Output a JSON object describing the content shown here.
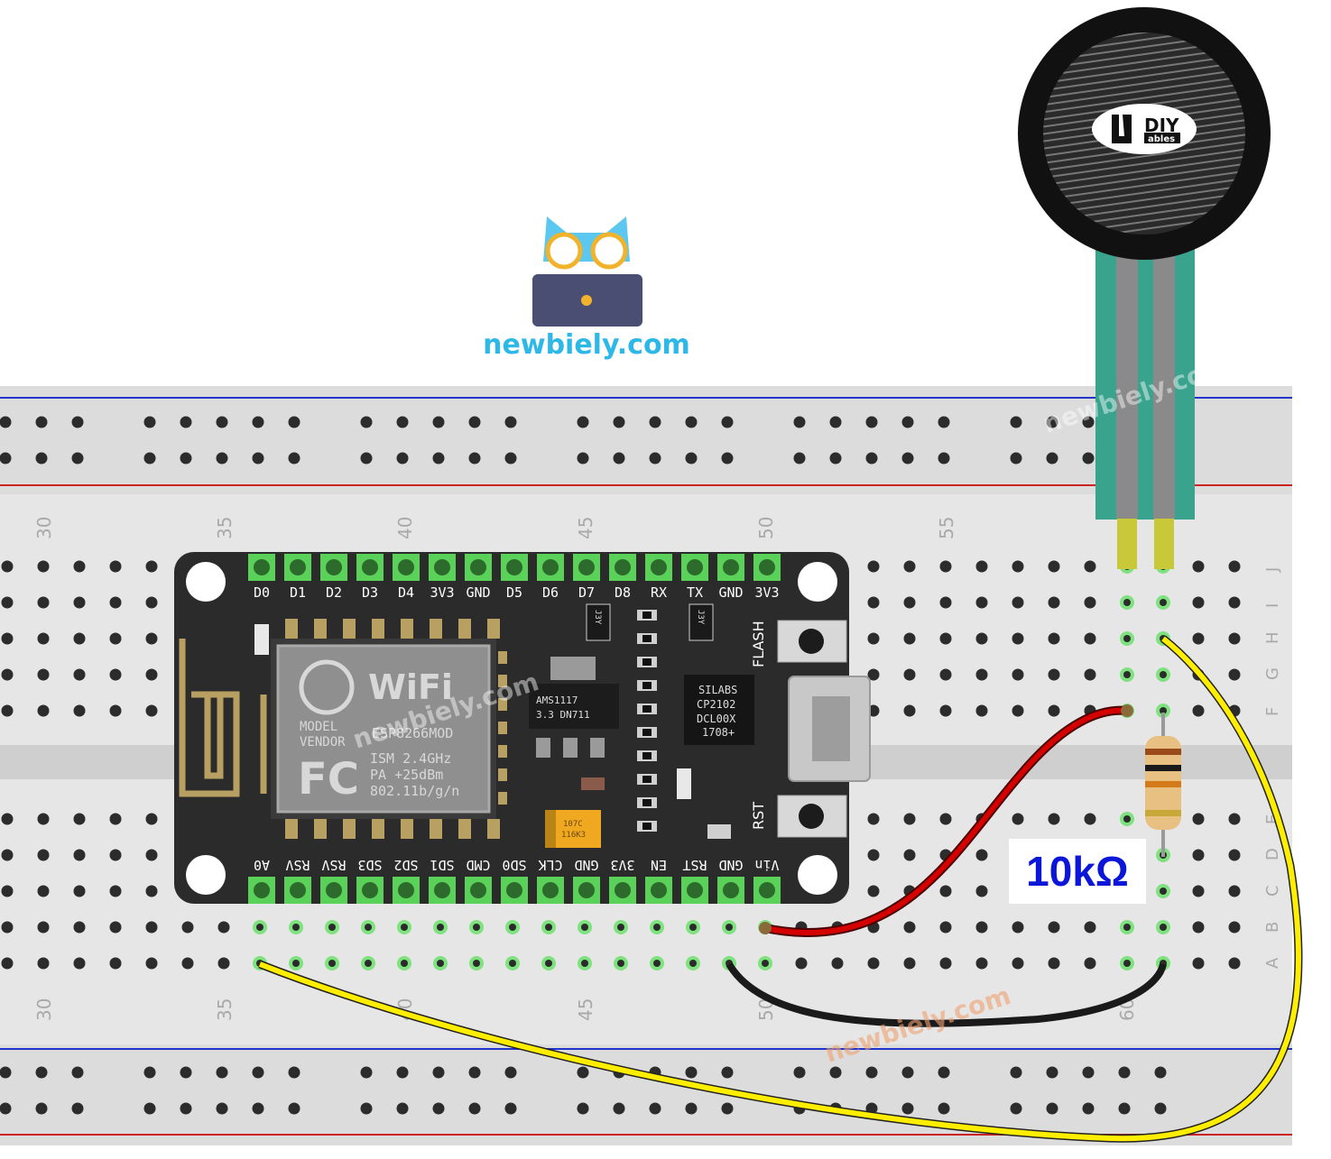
{
  "logo": {
    "site": "newbiely.com"
  },
  "watermark": "newbiely.com",
  "breadboard": {
    "column_numbers": [
      "30",
      "35",
      "40",
      "45",
      "50",
      "55",
      "60"
    ],
    "row_letters_top": [
      "J",
      "I",
      "H",
      "G",
      "F"
    ],
    "row_letters_bottom": [
      "E",
      "D",
      "C",
      "B",
      "A"
    ]
  },
  "nodemcu": {
    "top_pins": [
      "D0",
      "D1",
      "D2",
      "D3",
      "D4",
      "3V3",
      "GND",
      "D5",
      "D6",
      "D7",
      "D8",
      "RX",
      "TX",
      "GND",
      "3V3"
    ],
    "bottom_pins": [
      "A0",
      "RSV",
      "RSV",
      "SD3",
      "SD2",
      "SD1",
      "CMD",
      "SD0",
      "CLK",
      "GND",
      "3V3",
      "EN",
      "RST",
      "GND",
      "Vin"
    ],
    "flash_label": "FLASH",
    "rst_label": "RST",
    "module_text": {
      "wifi": "WiFi",
      "model": "MODEL",
      "vendor": "VENDOR",
      "mod": "ESP8266MOD",
      "ism": "ISM 2.4GHz",
      "pa": "PA  +25dBm",
      "std": "802.11b/g/n",
      "fc": "FC"
    },
    "regulator": [
      "AMS1117",
      "3.3  DN711"
    ],
    "usb_chip": [
      "SILABS",
      "CP2102",
      "DCL00X",
      "1708+"
    ],
    "cap_text": [
      "107C",
      "116K3"
    ],
    "small_labels": [
      "J3Y",
      "J3Y"
    ]
  },
  "sensor": {
    "brand_top": "DIY",
    "brand_bottom": "ables"
  },
  "resistor": {
    "label": "10kΩ"
  },
  "colors": {
    "red_wire": "#d40000",
    "black_wire": "#1a1a1a",
    "yellow_wire": "#ffee00",
    "board": "#2b2b2b",
    "pin_green": "#5ad25a"
  }
}
